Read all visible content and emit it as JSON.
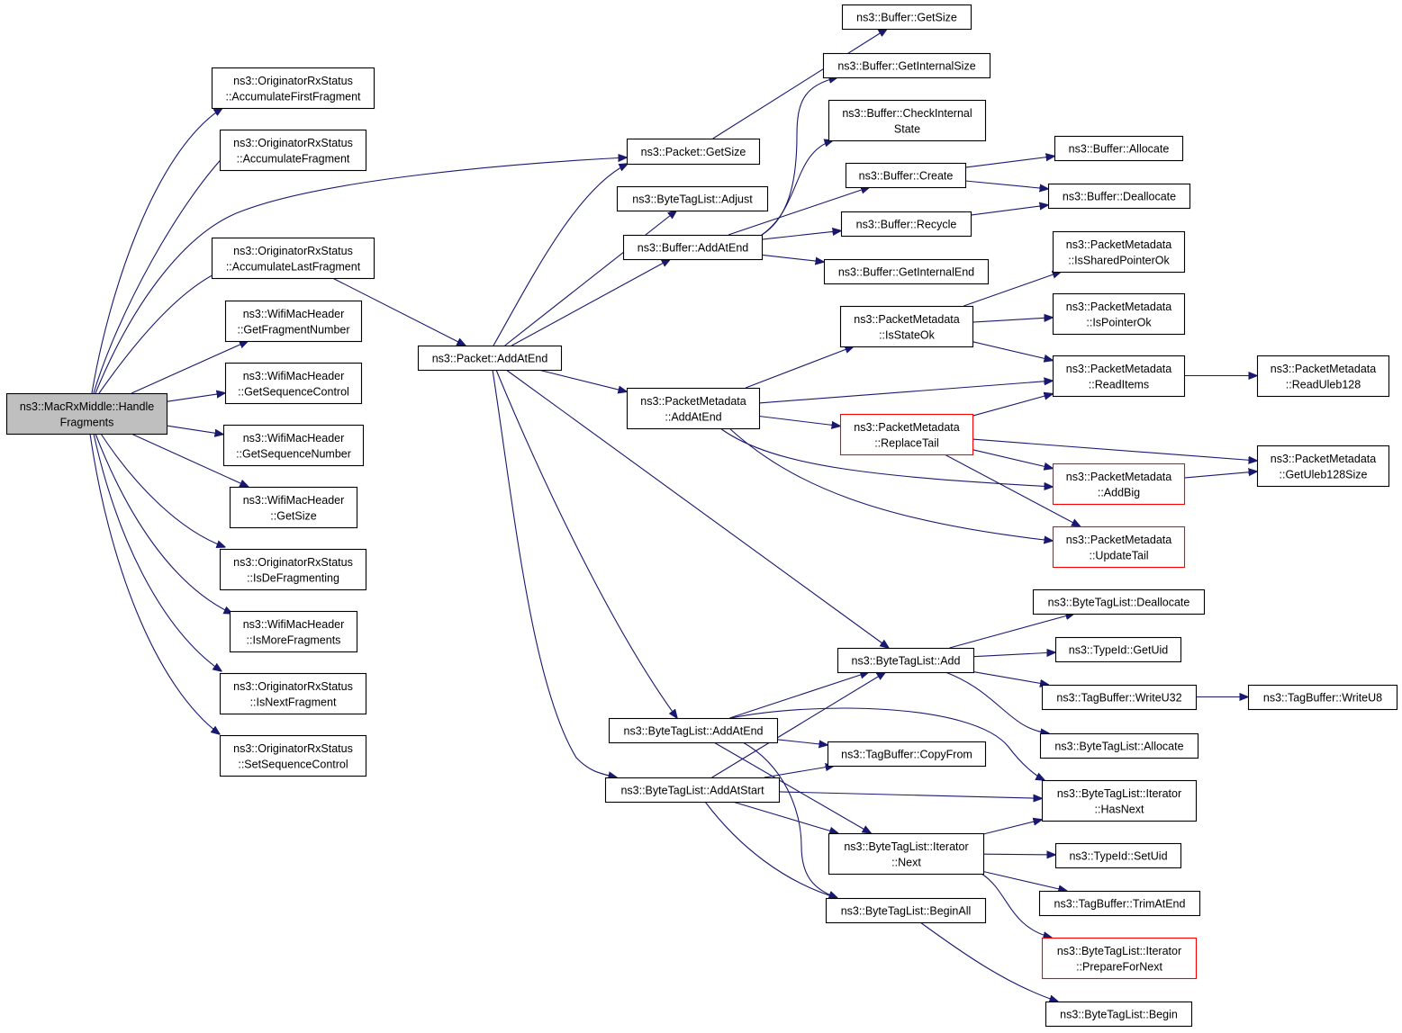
{
  "colors": {
    "edge": "#191970",
    "node_border": "#000000",
    "node_border_truncated": "#ff0000",
    "root_fill": "#bfbfbf",
    "node_fill": "#ffffff"
  },
  "nodes": {
    "root": {
      "lines": [
        "ns3::MacRxMiddle::Handle",
        "Fragments"
      ],
      "root": true
    },
    "accFirst": {
      "lines": [
        "ns3::OriginatorRxStatus",
        "::AccumulateFirstFragment"
      ]
    },
    "accFrag": {
      "lines": [
        "ns3::OriginatorRxStatus",
        "::AccumulateFragment"
      ]
    },
    "accLast": {
      "lines": [
        "ns3::OriginatorRxStatus",
        "::AccumulateLastFragment"
      ]
    },
    "getFragNum": {
      "lines": [
        "ns3::WifiMacHeader",
        "::GetFragmentNumber"
      ]
    },
    "getSeqCtrl": {
      "lines": [
        "ns3::WifiMacHeader",
        "::GetSequenceControl"
      ]
    },
    "getSeqNum": {
      "lines": [
        "ns3::WifiMacHeader",
        "::GetSequenceNumber"
      ]
    },
    "wmhGetSize": {
      "lines": [
        "ns3::WifiMacHeader",
        "::GetSize"
      ]
    },
    "isDefrag": {
      "lines": [
        "ns3::OriginatorRxStatus",
        "::IsDeFragmenting"
      ]
    },
    "isMoreFrag": {
      "lines": [
        "ns3::WifiMacHeader",
        "::IsMoreFragments"
      ]
    },
    "isNextFrag": {
      "lines": [
        "ns3::OriginatorRxStatus",
        "::IsNextFragment"
      ]
    },
    "setSeqCtrl": {
      "lines": [
        "ns3::OriginatorRxStatus",
        "::SetSequenceControl"
      ]
    },
    "pktAddAtEnd": {
      "lines": [
        "ns3::Packet::AddAtEnd"
      ]
    },
    "pktGetSize": {
      "lines": [
        "ns3::Packet::GetSize"
      ]
    },
    "btlAdjust": {
      "lines": [
        "ns3::ByteTagList::Adjust"
      ]
    },
    "bufAddAtEnd": {
      "lines": [
        "ns3::Buffer::AddAtEnd"
      ]
    },
    "pmAddAtEnd": {
      "lines": [
        "ns3::PacketMetadata",
        "::AddAtEnd"
      ]
    },
    "btlAddAtEnd": {
      "lines": [
        "ns3::ByteTagList::AddAtEnd"
      ]
    },
    "btlAddAtStart": {
      "lines": [
        "ns3::ByteTagList::AddAtStart"
      ]
    },
    "bufGetSize": {
      "lines": [
        "ns3::Buffer::GetSize"
      ]
    },
    "bufGetIntSize": {
      "lines": [
        "ns3::Buffer::GetInternalSize"
      ]
    },
    "bufCheck": {
      "lines": [
        "ns3::Buffer::CheckInternal",
        "State"
      ]
    },
    "bufCreate": {
      "lines": [
        "ns3::Buffer::Create"
      ]
    },
    "bufRecycle": {
      "lines": [
        "ns3::Buffer::Recycle"
      ]
    },
    "bufGetIntEnd": {
      "lines": [
        "ns3::Buffer::GetInternalEnd"
      ]
    },
    "bufAllocate": {
      "lines": [
        "ns3::Buffer::Allocate"
      ]
    },
    "bufDealloc": {
      "lines": [
        "ns3::Buffer::Deallocate"
      ]
    },
    "pmIsStateOk": {
      "lines": [
        "ns3::PacketMetadata",
        "::IsStateOk"
      ]
    },
    "pmReplaceTail": {
      "lines": [
        "ns3::PacketMetadata",
        "::ReplaceTail"
      ],
      "truncated": true
    },
    "pmIsShared": {
      "lines": [
        "ns3::PacketMetadata",
        "::IsSharedPointerOk"
      ]
    },
    "pmIsPointer": {
      "lines": [
        "ns3::PacketMetadata",
        "::IsPointerOk"
      ]
    },
    "pmReadItems": {
      "lines": [
        "ns3::PacketMetadata",
        "::ReadItems"
      ]
    },
    "pmAddBig": {
      "lines": [
        "ns3::PacketMetadata",
        "::AddBig"
      ],
      "truncated": true
    },
    "pmUpdateTail": {
      "lines": [
        "ns3::PacketMetadata",
        "::UpdateTail"
      ],
      "truncated": true
    },
    "pmReadUleb": {
      "lines": [
        "ns3::PacketMetadata",
        "::ReadUleb128"
      ]
    },
    "pmGetUlebSize": {
      "lines": [
        "ns3::PacketMetadata",
        "::GetUleb128Size"
      ]
    },
    "btlAdd": {
      "lines": [
        "ns3::ByteTagList::Add"
      ]
    },
    "tbCopyFrom": {
      "lines": [
        "ns3::TagBuffer::CopyFrom"
      ]
    },
    "btlIterNext": {
      "lines": [
        "ns3::ByteTagList::Iterator",
        "::Next"
      ]
    },
    "btlBeginAll": {
      "lines": [
        "ns3::ByteTagList::BeginAll"
      ]
    },
    "btlDealloc": {
      "lines": [
        "ns3::ByteTagList::Deallocate"
      ]
    },
    "tidGetUid": {
      "lines": [
        "ns3::TypeId::GetUid"
      ]
    },
    "tbWriteU32": {
      "lines": [
        "ns3::TagBuffer::WriteU32"
      ]
    },
    "btlAllocate": {
      "lines": [
        "ns3::ByteTagList::Allocate"
      ]
    },
    "btlIterHasNext": {
      "lines": [
        "ns3::ByteTagList::Iterator",
        "::HasNext"
      ]
    },
    "tidSetUid": {
      "lines": [
        "ns3::TypeId::SetUid"
      ]
    },
    "tbTrimAtEnd": {
      "lines": [
        "ns3::TagBuffer::TrimAtEnd"
      ]
    },
    "btlIterPrep": {
      "lines": [
        "ns3::ByteTagList::Iterator",
        "::PrepareForNext"
      ],
      "truncated": true
    },
    "btlBegin": {
      "lines": [
        "ns3::ByteTagList::Begin"
      ]
    },
    "tbWriteU8": {
      "lines": [
        "ns3::TagBuffer::WriteU8"
      ]
    }
  },
  "edges": [
    [
      "root",
      "accFirst"
    ],
    [
      "root",
      "accFrag"
    ],
    [
      "root",
      "pktGetSize"
    ],
    [
      "root",
      "accLast"
    ],
    [
      "root",
      "getFragNum"
    ],
    [
      "root",
      "getSeqCtrl"
    ],
    [
      "root",
      "getSeqNum"
    ],
    [
      "root",
      "wmhGetSize"
    ],
    [
      "root",
      "isDefrag"
    ],
    [
      "root",
      "isMoreFrag"
    ],
    [
      "root",
      "isNextFrag"
    ],
    [
      "root",
      "setSeqCtrl"
    ],
    [
      "accLast",
      "pktAddAtEnd"
    ],
    [
      "pktAddAtEnd",
      "pktGetSize"
    ],
    [
      "pktAddAtEnd",
      "btlAdjust"
    ],
    [
      "pktAddAtEnd",
      "bufAddAtEnd"
    ],
    [
      "pktAddAtEnd",
      "pmAddAtEnd"
    ],
    [
      "pktAddAtEnd",
      "btlAdd"
    ],
    [
      "pktAddAtEnd",
      "btlAddAtEnd"
    ],
    [
      "pktAddAtEnd",
      "btlAddAtStart"
    ],
    [
      "pktGetSize",
      "bufGetSize"
    ],
    [
      "bufAddAtEnd",
      "bufGetIntSize"
    ],
    [
      "bufAddAtEnd",
      "bufCheck"
    ],
    [
      "bufAddAtEnd",
      "bufCreate"
    ],
    [
      "bufAddAtEnd",
      "bufRecycle"
    ],
    [
      "bufAddAtEnd",
      "bufGetIntEnd"
    ],
    [
      "bufCreate",
      "bufAllocate"
    ],
    [
      "bufCreate",
      "bufDealloc"
    ],
    [
      "bufRecycle",
      "bufDealloc"
    ],
    [
      "pmAddAtEnd",
      "pmIsStateOk"
    ],
    [
      "pmAddAtEnd",
      "pmReadItems"
    ],
    [
      "pmAddAtEnd",
      "pmReplaceTail"
    ],
    [
      "pmAddAtEnd",
      "pmAddBig"
    ],
    [
      "pmAddAtEnd",
      "pmUpdateTail"
    ],
    [
      "pmIsStateOk",
      "pmIsShared"
    ],
    [
      "pmIsStateOk",
      "pmIsPointer"
    ],
    [
      "pmIsStateOk",
      "pmReadItems"
    ],
    [
      "pmReadItems",
      "pmReadUleb"
    ],
    [
      "pmReplaceTail",
      "pmReadItems"
    ],
    [
      "pmReplaceTail",
      "pmGetUlebSize"
    ],
    [
      "pmReplaceTail",
      "pmAddBig"
    ],
    [
      "pmReplaceTail",
      "pmUpdateTail"
    ],
    [
      "pmAddBig",
      "pmGetUlebSize"
    ],
    [
      "btlAdd",
      "btlDealloc"
    ],
    [
      "btlAdd",
      "tidGetUid"
    ],
    [
      "btlAdd",
      "tbWriteU32"
    ],
    [
      "btlAdd",
      "btlAllocate"
    ],
    [
      "tbWriteU32",
      "tbWriteU8"
    ],
    [
      "btlAddAtEnd",
      "btlAdd"
    ],
    [
      "btlAddAtEnd",
      "tbCopyFrom"
    ],
    [
      "btlAddAtEnd",
      "btlIterHasNext"
    ],
    [
      "btlAddAtEnd",
      "btlIterNext"
    ],
    [
      "btlAddAtEnd",
      "btlBeginAll"
    ],
    [
      "btlAddAtStart",
      "btlAdd"
    ],
    [
      "btlAddAtStart",
      "tbCopyFrom"
    ],
    [
      "btlAddAtStart",
      "btlIterHasNext"
    ],
    [
      "btlAddAtStart",
      "btlIterNext"
    ],
    [
      "btlAddAtStart",
      "btlBeginAll"
    ],
    [
      "btlIterNext",
      "btlIterHasNext"
    ],
    [
      "btlIterNext",
      "tidSetUid"
    ],
    [
      "btlIterNext",
      "tbTrimAtEnd"
    ],
    [
      "btlIterNext",
      "btlIterPrep"
    ],
    [
      "btlBeginAll",
      "btlBegin"
    ]
  ]
}
